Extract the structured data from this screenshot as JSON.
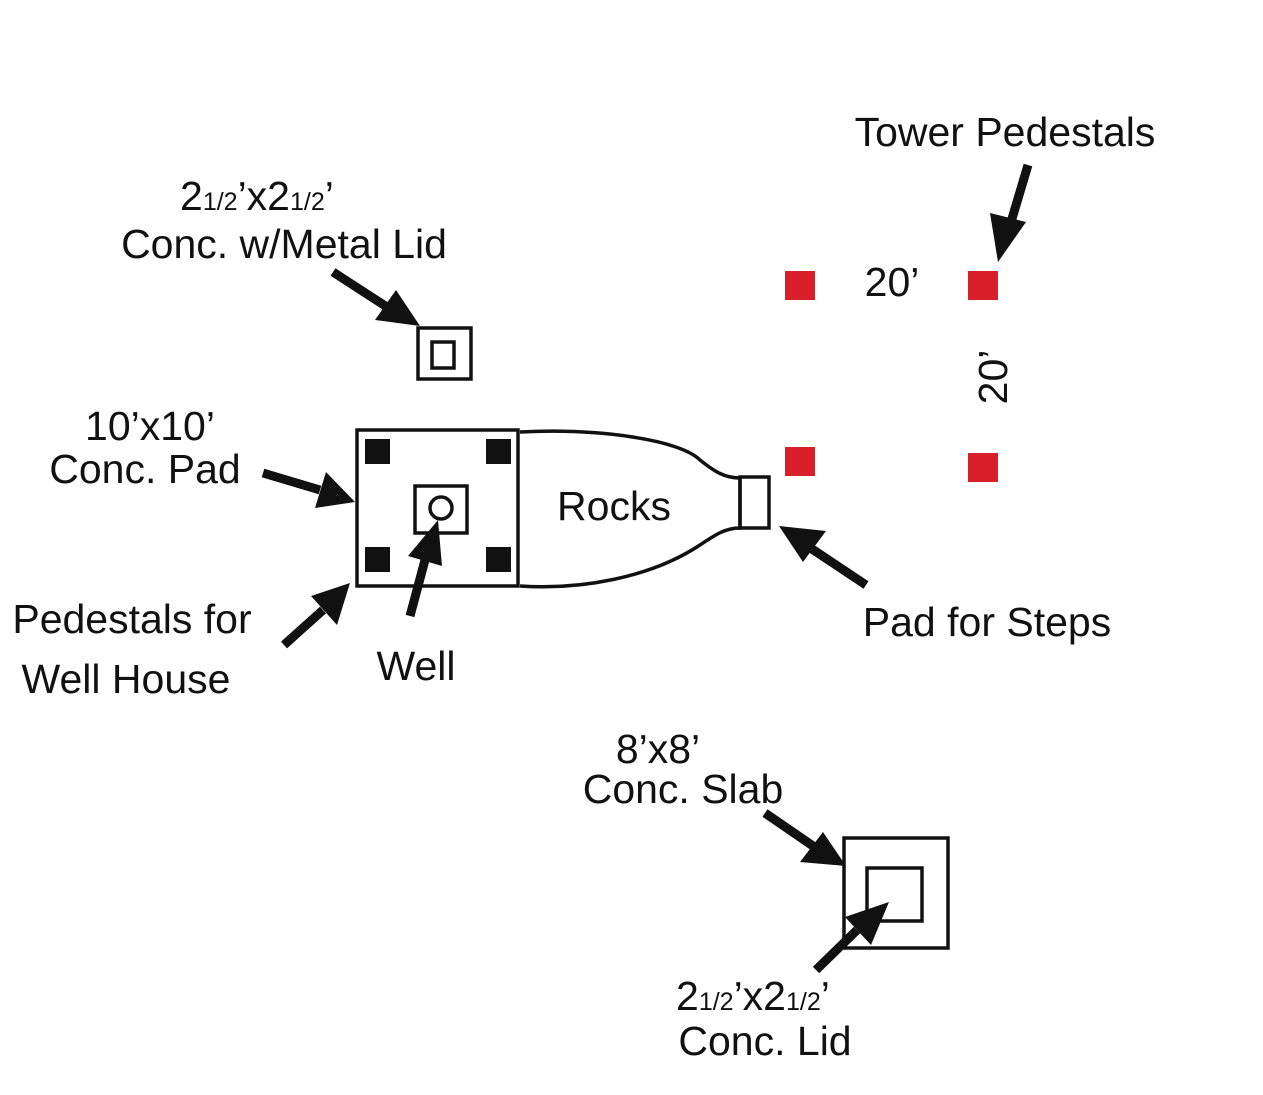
{
  "labels": {
    "tower_pedestals": "Tower Pedestals",
    "dim_horizontal": "20’",
    "dim_vertical": "20’",
    "metal_lid_size_whole_1": "2",
    "metal_lid_size_frac_1": "1/2",
    "metal_lid_size_mid": "’x2",
    "metal_lid_size_frac_2": "1/2",
    "metal_lid_size_end": "’",
    "metal_lid_desc": "Conc. w/Metal Lid",
    "pad_size": "10’x10’",
    "pad_desc": "Conc. Pad",
    "rocks": "Rocks",
    "pad_for_steps": "Pad for Steps",
    "pedestals_line1": "Pedestals for",
    "pedestals_line2": "Well House",
    "well": "Well",
    "slab_size": "8’x8’",
    "slab_desc": "Conc. Slab",
    "conc_lid_size_whole_1": "2",
    "conc_lid_size_frac_1": "1/2",
    "conc_lid_size_mid": "’x2",
    "conc_lid_size_frac_2": "1/2",
    "conc_lid_size_end": "’",
    "conc_lid_desc": "Conc. Lid"
  },
  "colors": {
    "tower_pedestal": "#d9202a",
    "ink": "#111111",
    "background": "#ffffff"
  }
}
